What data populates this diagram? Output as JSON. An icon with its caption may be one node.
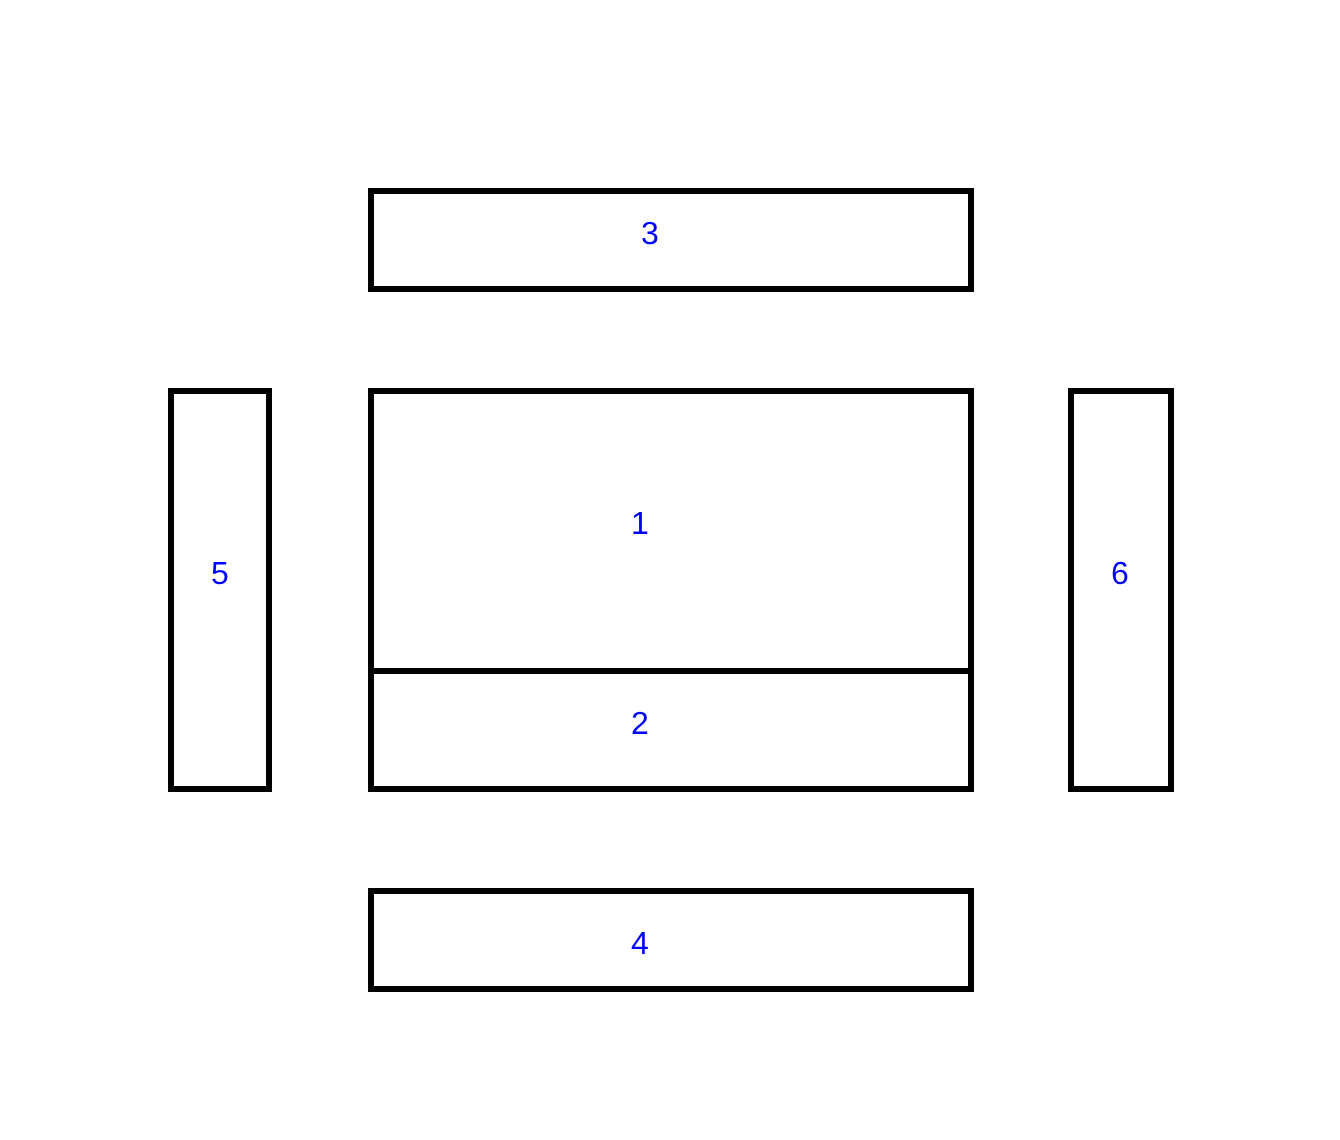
{
  "diagram": {
    "nodes": [
      {
        "text": [
          "3"
        ]
      },
      {
        "text": [
          "5"
        ]
      },
      {
        "text": [
          "1"
        ]
      },
      {
        "text": [
          "6"
        ]
      },
      {
        "text": [
          "2"
        ]
      },
      {
        "text": [
          "4"
        ]
      }
    ],
    "edges": []
  }
}
